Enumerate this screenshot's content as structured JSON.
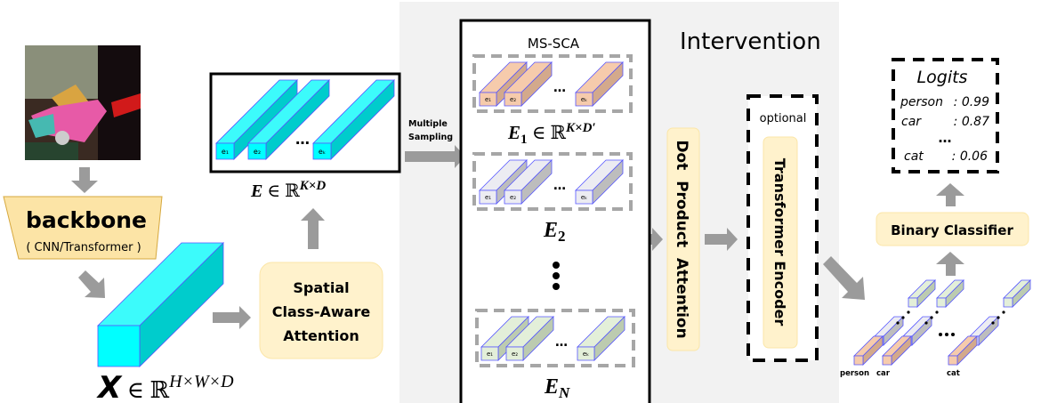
{
  "colors": {
    "cyan_front": "#00ffff",
    "cyan_top": "#3cfbfb",
    "cyan_side": "#00cccc",
    "orange_front": "#f6cbac",
    "orange_side": "#d3a98c",
    "gray_front": "#ececf2",
    "gray_side": "#bdbdbd",
    "green_front": "#e3efd9",
    "green_side": "#bccbb0",
    "soft_yellow": "#fff2cc",
    "backbone_fill": "#fce4a6",
    "panel_gray": "#f2f2f2",
    "edge_blue": "#5555ff"
  },
  "backbone": {
    "title": "backbone",
    "subtitle": "( CNN/Transformer )"
  },
  "feature_map": {
    "symbol": "X",
    "member": " ∈ ℝ",
    "sup": "H×W×D"
  },
  "spatial_attention": {
    "lines": [
      "Spatial",
      "Class-Aware",
      "Attention"
    ]
  },
  "embeddings": {
    "symbol": "E",
    "member": " ∈ ℝ",
    "sup": "K×D",
    "tokens": [
      "e₁",
      "e₂",
      "eₖ"
    ],
    "ellipsis": "…"
  },
  "sampling": {
    "lines": [
      "Multiple",
      "Sampling"
    ]
  },
  "ms_sca": {
    "title": "MS-SCA",
    "groups": [
      {
        "symbol": "E",
        "sub": "1",
        "member": " ∈ ℝ",
        "sup": "K×D′",
        "tokens": [
          "e₁",
          "e₂",
          "eₖ"
        ]
      },
      {
        "symbol": "E",
        "sub": "2",
        "tokens": [
          "e₁",
          "e₂",
          "eₖ"
        ]
      },
      {
        "symbol": "E",
        "sub": "N",
        "tokens": [
          "e₁",
          "e₂",
          "eₖ"
        ]
      }
    ],
    "ellipsis": "…"
  },
  "intervention": {
    "title": "Intervention"
  },
  "dot_product": {
    "label": "Dot  Product  Attention"
  },
  "transformer": {
    "optional_label": "optional",
    "label": "Transformer Encoder"
  },
  "class_tokens": {
    "labels": [
      "person",
      "car",
      "cat"
    ]
  },
  "binary_classifier": {
    "label": "Binary Classifier"
  },
  "logits": {
    "title": "Logits",
    "rows": [
      {
        "cls": "person",
        "score": ": 0.99"
      },
      {
        "cls": "car",
        "score": ": 0.87"
      },
      {
        "cls": "cat",
        "score": ": 0.06"
      }
    ],
    "ellipsis": "…"
  }
}
